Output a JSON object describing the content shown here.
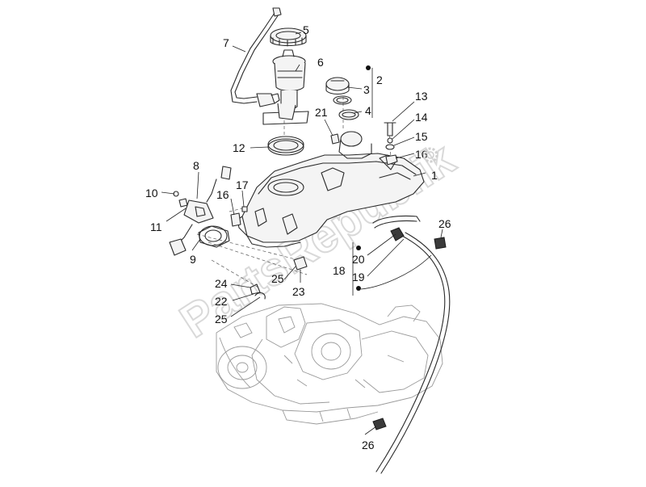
{
  "watermark": "PartsRepublik",
  "labels": [
    {
      "id": "l7",
      "text": "7"
    },
    {
      "id": "l5",
      "text": "5"
    },
    {
      "id": "l6",
      "text": "6"
    },
    {
      "id": "l2",
      "text": "2"
    },
    {
      "id": "l3",
      "text": "3"
    },
    {
      "id": "l4",
      "text": "4"
    },
    {
      "id": "l21",
      "text": "21"
    },
    {
      "id": "l13",
      "text": "13"
    },
    {
      "id": "l14",
      "text": "14"
    },
    {
      "id": "l15",
      "text": "15"
    },
    {
      "id": "l16a",
      "text": "16"
    },
    {
      "id": "l1",
      "text": "1"
    },
    {
      "id": "l12",
      "text": "12"
    },
    {
      "id": "l8",
      "text": "8"
    },
    {
      "id": "l17",
      "text": "17"
    },
    {
      "id": "l10",
      "text": "10"
    },
    {
      "id": "l16b",
      "text": "16"
    },
    {
      "id": "l11",
      "text": "11"
    },
    {
      "id": "l9",
      "text": "9"
    },
    {
      "id": "l26a",
      "text": "26"
    },
    {
      "id": "l20",
      "text": "20"
    },
    {
      "id": "l18",
      "text": "18"
    },
    {
      "id": "l19",
      "text": "19"
    },
    {
      "id": "l25a",
      "text": "25"
    },
    {
      "id": "l23",
      "text": "23"
    },
    {
      "id": "l24",
      "text": "24"
    },
    {
      "id": "l22",
      "text": "22"
    },
    {
      "id": "l25b",
      "text": "25"
    },
    {
      "id": "l26b",
      "text": "26"
    }
  ]
}
